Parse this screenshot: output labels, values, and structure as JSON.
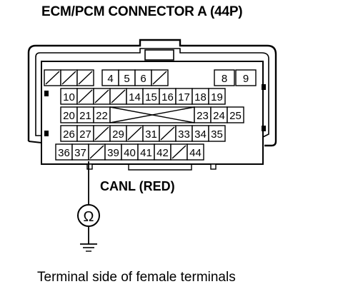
{
  "title": "ECM/PCM CONNECTOR A (44P)",
  "wire_label": "CANL (RED)",
  "meter_symbol": "Ω",
  "caption": "Terminal side of female terminals",
  "rows": [
    [
      null,
      null,
      null,
      "4",
      "5",
      "6",
      null,
      "8",
      "9"
    ],
    [
      "10",
      null,
      null,
      null,
      "14",
      "15",
      "16",
      "17",
      "18",
      "19"
    ],
    [
      "20",
      "21",
      "22",
      "23",
      "24",
      "25"
    ],
    [
      "26",
      "27",
      null,
      "29",
      null,
      "31",
      null,
      "33",
      "34",
      "35"
    ],
    [
      "36",
      "37",
      null,
      "39",
      "40",
      "41",
      "42",
      null,
      "44"
    ]
  ]
}
